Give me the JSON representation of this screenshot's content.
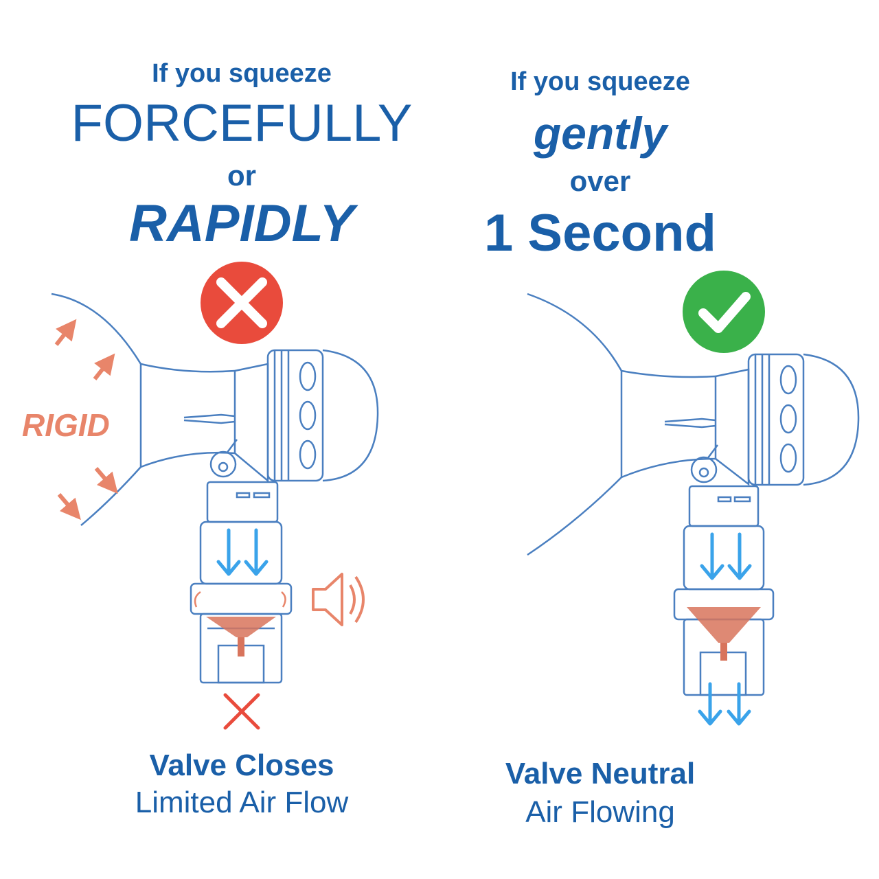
{
  "colors": {
    "heading": "#1a5fa8",
    "line": "#4a7fc0",
    "arrow_blue": "#3aa3ea",
    "accent_orange": "#e8856a",
    "bad_red": "#e94b3c",
    "good_green": "#3ab14a"
  },
  "left": {
    "line1": "If you squeeze",
    "line2": "FORCEFULLY",
    "line3": "or",
    "line4": "RAPIDLY",
    "rigid": "RIGID",
    "result_title": "Valve Closes",
    "result_sub": "Limited Air Flow",
    "status_icon": "x-circle-icon"
  },
  "right": {
    "line1": "If you squeeze",
    "line2": "gently",
    "line3": "over",
    "line4": "1 Second",
    "result_title": "Valve Neutral",
    "result_sub": "Air Flowing",
    "status_icon": "check-circle-icon"
  }
}
